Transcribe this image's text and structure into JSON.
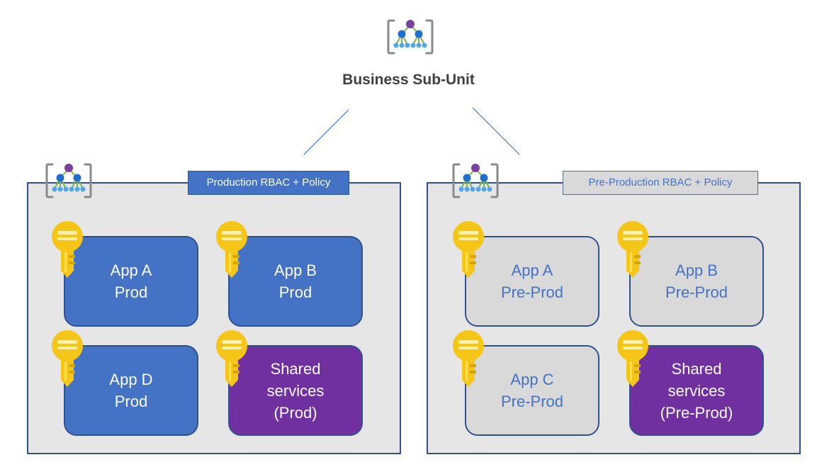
{
  "root": {
    "title": "Business Sub-Unit",
    "icon": "management-group-icon"
  },
  "groups": [
    {
      "policy_label": "Production RBAC + Policy",
      "icon": "management-group-icon",
      "subscriptions": [
        {
          "name": "App A\nProd",
          "type": "app",
          "icon": "key-icon"
        },
        {
          "name": "App B\nProd",
          "type": "app",
          "icon": "key-icon"
        },
        {
          "name": "App D\nProd",
          "type": "app",
          "icon": "key-icon"
        },
        {
          "name": "Shared\nservices\n(Prod)",
          "type": "shared",
          "icon": "key-icon"
        }
      ]
    },
    {
      "policy_label": "Pre-Production RBAC + Policy",
      "icon": "management-group-icon",
      "subscriptions": [
        {
          "name": "App A\nPre-Prod",
          "type": "app",
          "icon": "key-icon"
        },
        {
          "name": "App B\nPre-Prod",
          "type": "app",
          "icon": "key-icon"
        },
        {
          "name": "App C\nPre-Prod",
          "type": "app",
          "icon": "key-icon"
        },
        {
          "name": "Shared\nservices\n(Pre-Prod)",
          "type": "shared",
          "icon": "key-icon"
        }
      ]
    }
  ],
  "colors": {
    "prod_fill": "#4472c4",
    "shared_fill": "#7030a0",
    "preprod_fill": "#d9d9d9",
    "container_fill": "#e6e6e6",
    "border": "#2f528f",
    "key": "#f5c518"
  }
}
